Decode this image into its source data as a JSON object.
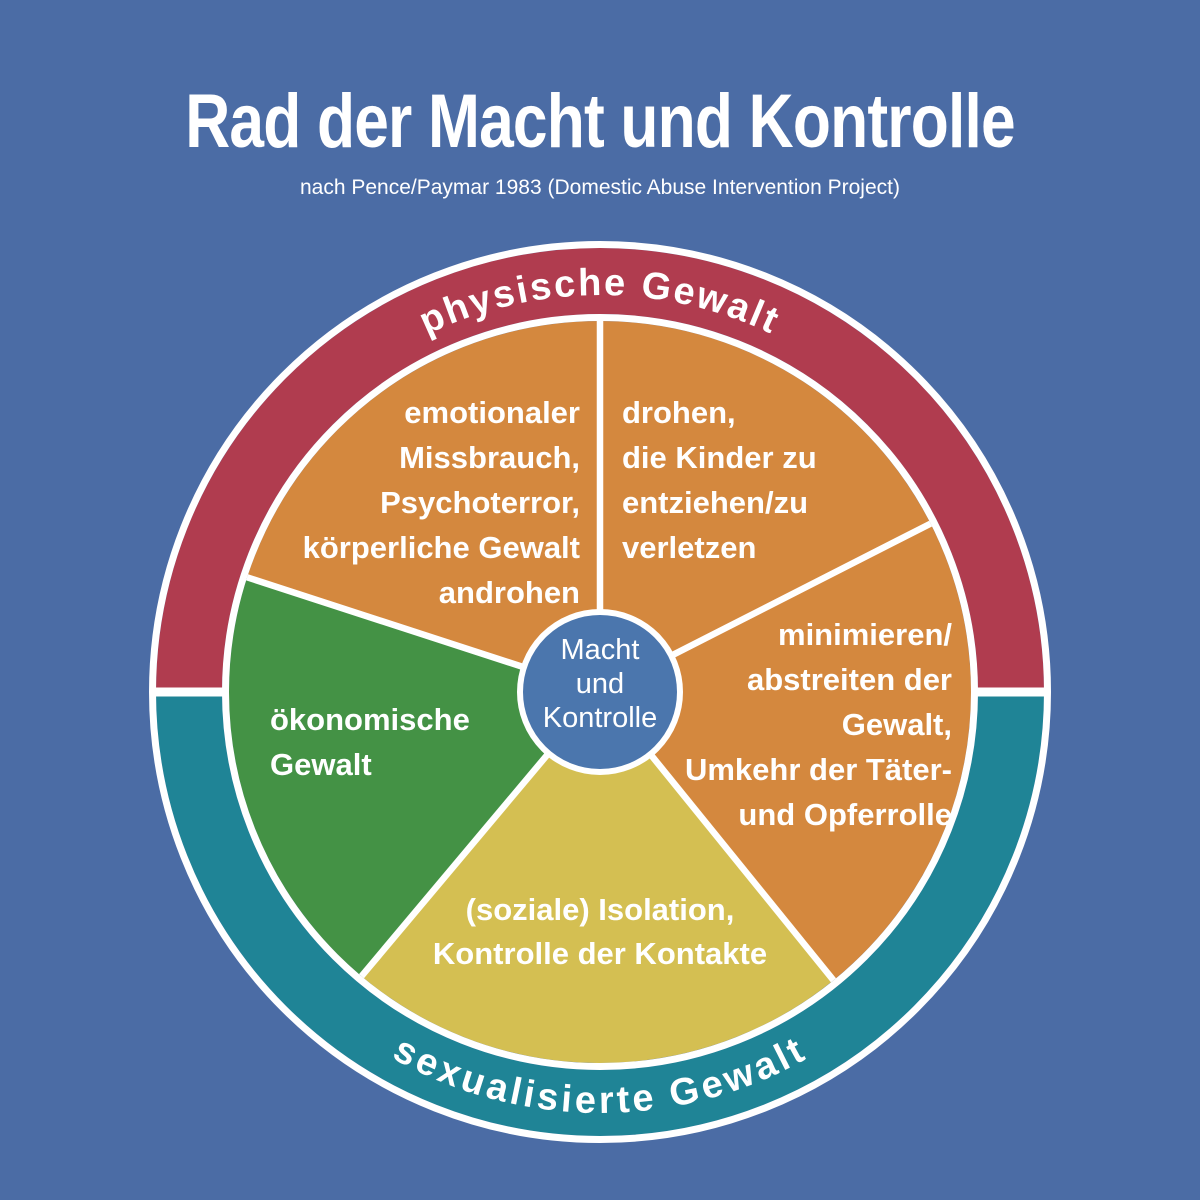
{
  "title": "Rad der Macht und Kontrolle",
  "subtitle": "nach Pence/Paymar 1983 (Domestic Abuse Intervention Project)",
  "colors": {
    "background": "#4b6ca5",
    "ring_top": "#b03c4f",
    "ring_bottom": "#1f8496",
    "orange": "#d4883e",
    "green": "#449245",
    "yellow": "#d4bf52",
    "center": "#4b76ad",
    "line": "#ffffff",
    "text": "#ffffff"
  },
  "ring": {
    "top_label": "physische Gewalt",
    "bottom_label": "sexualisierte Gewalt"
  },
  "hub": {
    "label": "Macht\nund\nKontrolle"
  },
  "segments": [
    {
      "id": "emotional-abuse",
      "color": "#d4883e",
      "text": "emotionaler\nMissbrauch,\nPsychoterror,\nkörperliche Gewalt\nandrohen"
    },
    {
      "id": "threaten-children",
      "color": "#d4883e",
      "text": "drohen,\ndie Kinder zu\nentziehen/zu\nverletzen"
    },
    {
      "id": "minimize-deny",
      "color": "#d4883e",
      "text": "minimieren/\nabstreiten der\nGewalt,\nUmkehr der Täter-\nund Opferrolle"
    },
    {
      "id": "social-isolation",
      "color": "#d4bf52",
      "text": "(soziale) Isolation,\nKontrolle der Kontakte"
    },
    {
      "id": "economic-violence",
      "color": "#449245",
      "text": "ökonomische\nGewalt"
    }
  ]
}
